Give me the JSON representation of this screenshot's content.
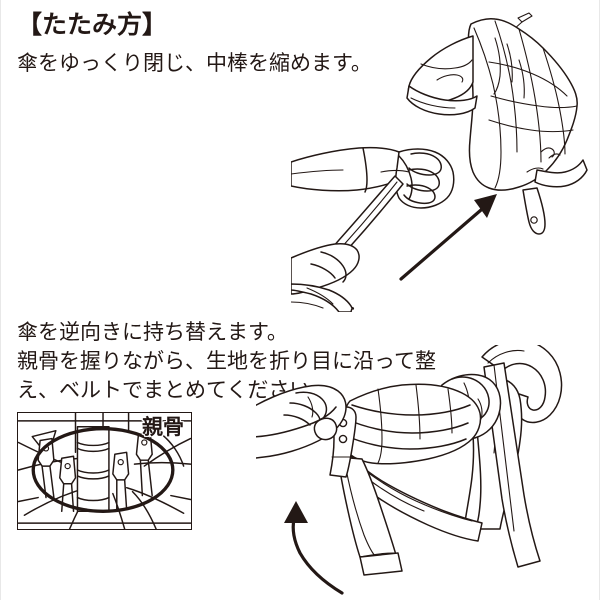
{
  "page": {
    "heading": "【たたみ方】",
    "background_color": "#ffffff",
    "ink_color": "#231815"
  },
  "steps": [
    {
      "id": "step-1",
      "instruction_lines": [
        "傘をゆっくり閉じ、中棒を縮めます。"
      ],
      "illustration": {
        "name": "two-hands-closing-umbrella",
        "description": "両手で閉じた傘を持ち、中棒を縮める",
        "arrow": {
          "type": "straight",
          "direction": "up-right",
          "name": "push-up-arrow"
        }
      }
    },
    {
      "id": "step-2",
      "instruction_lines": [
        "傘を逆向きに持ち替えます。",
        "親骨を握りながら、生地を折り目に沿って整",
        "え、ベルトでまとめてください。"
      ],
      "illustration": {
        "name": "hands-aligning-fabric-on-ribs",
        "description": "傘を逆向きに持ち、親骨を握って生地を整える",
        "arrow": {
          "type": "curved",
          "direction": "up-left",
          "name": "rotate-arrow"
        },
        "handle": "hook-handle"
      },
      "inset": {
        "name": "rib-detail",
        "label": "親骨",
        "highlight_shape": "ellipse",
        "description": "傘の先端部の親骨とろくろの拡大図"
      }
    }
  ]
}
